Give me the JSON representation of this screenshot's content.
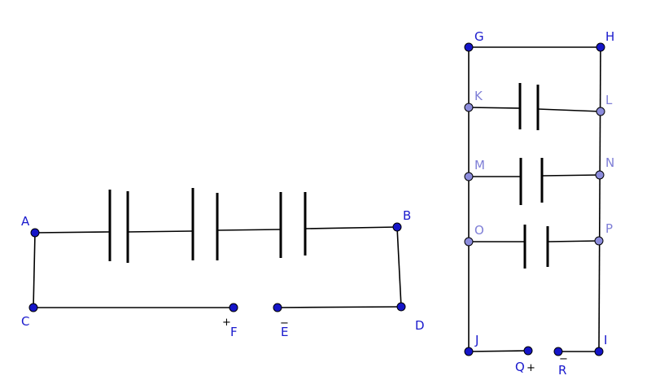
{
  "colors": {
    "wire": "#000000",
    "point_dark": "#1515c8",
    "point_light": "#8c8cdc",
    "label_dark": "#1a1acd",
    "label_light": "#7e7ed6"
  },
  "points": {
    "A": {
      "label": "A",
      "tone": "dark"
    },
    "B": {
      "label": "B",
      "tone": "dark"
    },
    "C": {
      "label": "C",
      "tone": "dark"
    },
    "D": {
      "label": "D",
      "tone": "dark"
    },
    "E": {
      "label": "E",
      "tone": "dark"
    },
    "F": {
      "label": "F",
      "tone": "dark"
    },
    "G": {
      "label": "G",
      "tone": "dark"
    },
    "H": {
      "label": "H",
      "tone": "dark"
    },
    "I": {
      "label": "I",
      "tone": "dark"
    },
    "J": {
      "label": "J",
      "tone": "dark"
    },
    "K": {
      "label": "K",
      "tone": "light"
    },
    "L": {
      "label": "L",
      "tone": "light"
    },
    "M": {
      "label": "M",
      "tone": "light"
    },
    "N": {
      "label": "N",
      "tone": "light"
    },
    "O": {
      "label": "O",
      "tone": "light"
    },
    "P": {
      "label": "P",
      "tone": "light"
    },
    "Q": {
      "label": "Q",
      "tone": "dark"
    },
    "R": {
      "label": "R",
      "tone": "dark"
    }
  },
  "signs": {
    "F": "+",
    "E": "−",
    "Q": "+",
    "R": "−"
  }
}
